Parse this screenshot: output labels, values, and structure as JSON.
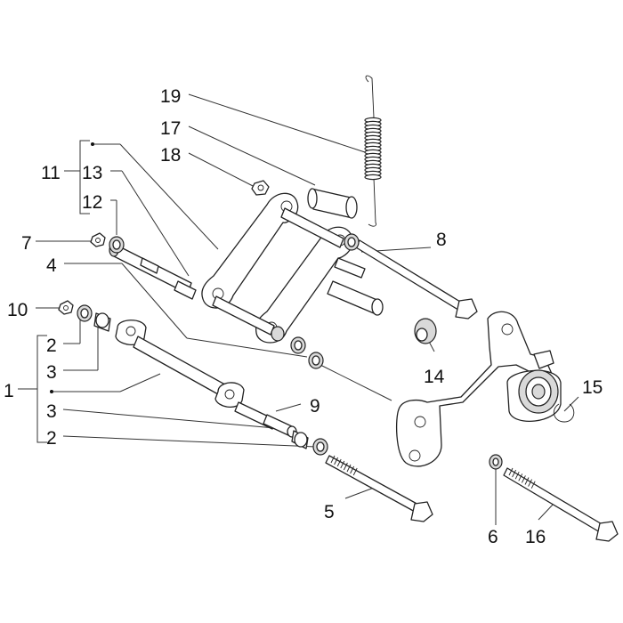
{
  "diagram": {
    "labels": {
      "l1": "1",
      "l2a": "2",
      "l2b": "2",
      "l3a": "3",
      "l3b": "3",
      "l4": "4",
      "l5": "5",
      "l6": "6",
      "l7": "7",
      "l8": "8",
      "l9": "9",
      "l10": "10",
      "l11": "11",
      "l12": "12",
      "l13": "13",
      "l14": "14",
      "l15": "15",
      "l16": "16",
      "l17": "17",
      "l18": "18",
      "l19": "19"
    },
    "colors": {
      "line": "#333333",
      "fill": "#ffffff",
      "shade": "#d9d9d9"
    }
  }
}
